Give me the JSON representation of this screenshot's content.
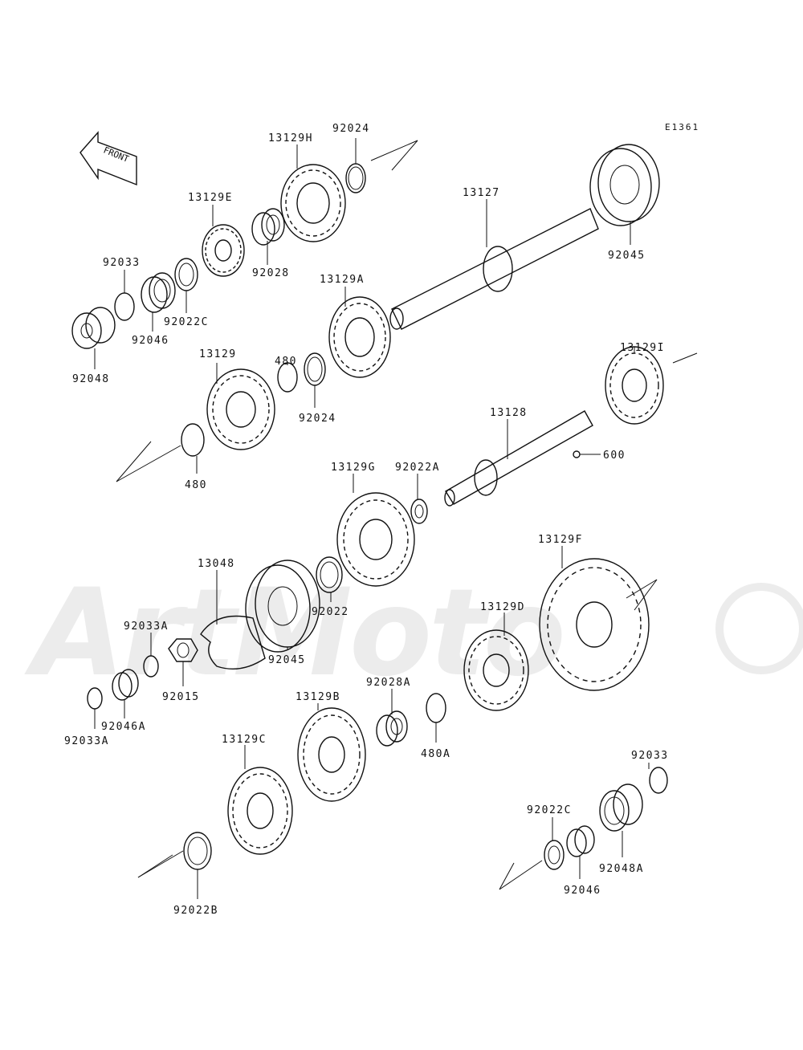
{
  "diagram": {
    "code": "E1361",
    "front_label": "FRONT",
    "watermark": "ArtMoto",
    "watermark_color": "#ececec",
    "labels": {
      "p13129H": "13129H",
      "p92024a": "92024",
      "p13129E": "13129E",
      "p13127": "13127",
      "p92033a": "92033",
      "p92045a": "92045",
      "p92028": "92028",
      "p92022Ca": "92022C",
      "p92046a": "92046",
      "p13129A": "13129A",
      "p92048": "92048",
      "p480a": "480",
      "p13129": "13129",
      "p131291": "13129I",
      "p92024b": "92024",
      "p13128": "13128",
      "p480b": "480",
      "p600": "600",
      "p13129G": "13129G",
      "p92022A": "92022A",
      "p13048": "13048",
      "p13129F": "13129F",
      "p92033Aa": "92033A",
      "p92022": "92022",
      "p13129D": "13129D",
      "p92015": "92015",
      "p92045b": "92045",
      "p92046A": "92046A",
      "p92028A": "92028A",
      "p92033Ab": "92033A",
      "p13129B": "13129B",
      "p480A": "480A",
      "p13129C": "13129C",
      "p92033b": "92033",
      "p92022Cb": "92022C",
      "p92048A": "92048A",
      "p92022B": "92022B",
      "p92046b": "92046"
    }
  }
}
